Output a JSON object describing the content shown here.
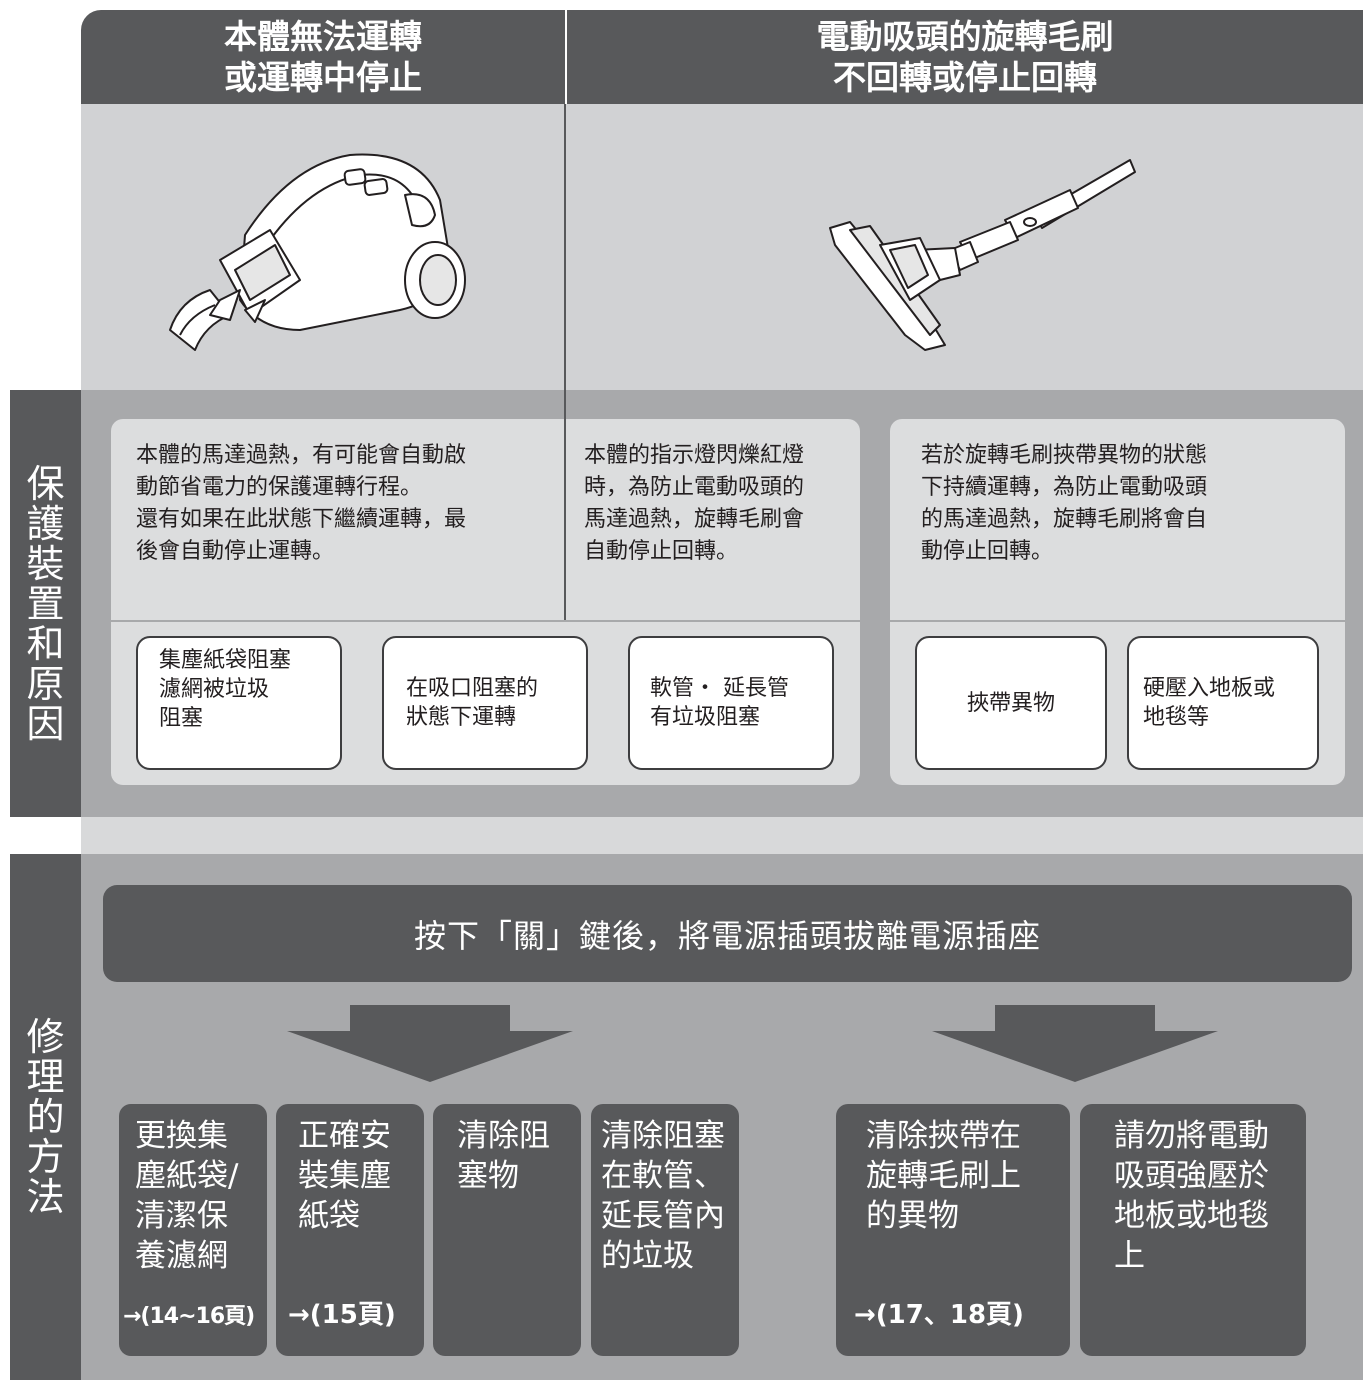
{
  "headers": {
    "left": "本體無法運轉\n或運轉中停止",
    "right": "電動吸頭的旋轉毛刷\n不回轉或停止回轉"
  },
  "side_labels": {
    "protection": "保\n護\n裝\n置\n和\n原\n因",
    "repair": "修\n理\n的\n方\n法"
  },
  "descriptions": [
    "本體的馬達過熱，有可能會自動啟\n動節省電力的保護運轉行程。\n還有如果在此狀態下繼續運轉，最\n後會自動停止運轉。",
    "本體的指示燈閃爍紅燈\n時，為防止電動吸頭的\n馬達過熱，旋轉毛刷會\n自動停止回轉。",
    "若於旋轉毛刷挾帶異物的狀態\n下持續運轉，為防止電動吸頭\n的馬達過熱，旋轉毛刷將會自\n動停止回轉。"
  ],
  "causes": [
    "集塵紙袋阻塞\n濾網被垃圾\n阻塞",
    "在吸口阻塞的\n狀態下運轉",
    "軟管・ 延長管\n有垃圾阻塞",
    "挾帶異物",
    "硬壓入地板或\n地毯等"
  ],
  "action": "按下「關」鍵後，將電源插頭拔離電源插座",
  "solutions": [
    {
      "text": "更換集\n塵紙袋/\n清潔保\n養濾網",
      "ref": "→(14~16頁)"
    },
    {
      "text": "正確安\n裝集塵\n紙袋",
      "ref": "→(15頁)"
    },
    {
      "text": "清除阻\n塞物",
      "ref": ""
    },
    {
      "text": "清除阻塞\n在軟管、\n延長管內\n的垃圾",
      "ref": ""
    },
    {
      "text": "清除挾帶在\n旋轉毛刷上\n的異物",
      "ref": "→(17、18頁)"
    },
    {
      "text": "請勿將電動\n吸頭強壓於\n地板或地毯\n上",
      "ref": ""
    }
  ],
  "colors": {
    "dark": "#58595b",
    "mid": "#a8a9ab",
    "light": "#d1d2d4"
  }
}
